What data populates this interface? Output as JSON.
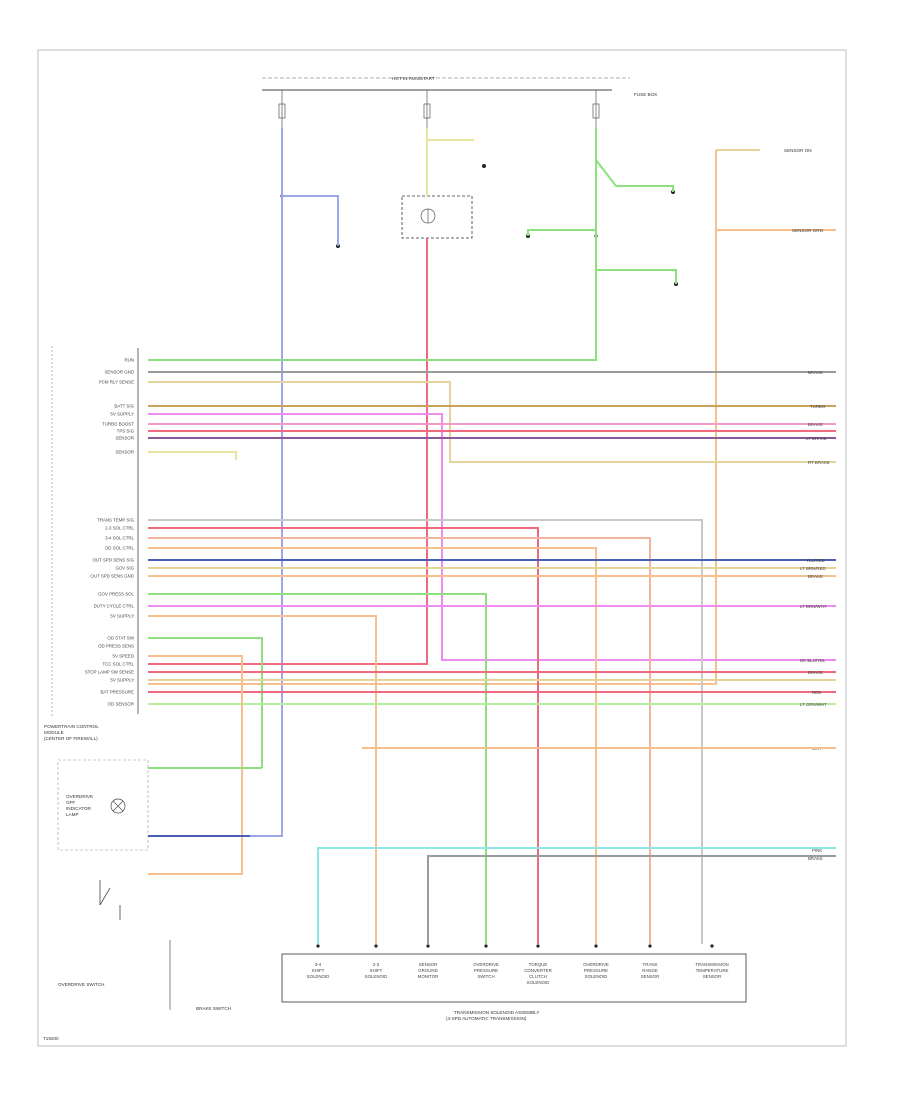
{
  "footer": {
    "code": "T19200"
  },
  "pcm": {
    "title_lines": [
      "POWERTRAIN CONTROL",
      "MODULE",
      "(CENTER OF FIREWALL)"
    ]
  },
  "components": {
    "fuse_panel": "HOT IN RUN/START",
    "fuse_panel_side": "FUSE BOX",
    "brake_switch": "BRAKE SWITCH",
    "overdrive_lamp": [
      "OVERDRIVE",
      "OFF",
      "INDICATOR",
      "LAMP"
    ],
    "overdrive_switch": "OVERDRIVE SWITCH",
    "transmission": [
      "TRANSMISSION SOLENOID ASSEMBLY",
      "(4-SPD AUTOMATIC TRANSMISSION)"
    ],
    "trans_solenoids": [
      [
        "3-4",
        "SHIFT",
        "SOLENOID"
      ],
      [
        "2-3",
        "SHIFT",
        "SOLENOID"
      ],
      [
        "SENSOR",
        "GROUND",
        "MONITOR"
      ],
      [
        "OVERDRIVE",
        "PRESSURE",
        "SWITCH"
      ],
      [
        "TORQUE",
        "CONVERTER",
        "CLUTCH",
        "SOLENOID"
      ],
      [
        "OVERDRIVE",
        "PRESSURE",
        "SOLENOID"
      ],
      [
        "TRANS",
        "RANGE",
        "SENSOR"
      ],
      [
        "TRANSMISSION",
        "TEMPERATURE",
        "SENSOR"
      ]
    ]
  },
  "pcm_pins": [
    "RUN",
    "SENSOR GND",
    "PCM RLY SENSE",
    "",
    "BATT SIG",
    "5V SUPPLY",
    "TURBO BOOST",
    "TPS SIG",
    "SENSOR",
    "SENSOR",
    "",
    "TRANS TEMP SIG",
    "2-3 SOL CTRL",
    "3-4 SOL CTRL",
    "OD SOL CTRL",
    "OUT SPD SENS SIG",
    "GOV SIG",
    "OUT SPD SENS GND",
    "GOV PRESS SOL",
    "DUTY CYCLE CTRL",
    "5V SUPPLY",
    "",
    "OD STAT SW",
    "OD PRESS SENS",
    "5V SPEED",
    "TCC SOL CTRL",
    "STOP LAMP SW SENSE",
    "5V SUPPLY",
    "BAT PRESSURE",
    "OD SENSOR"
  ],
  "right_labels": {
    "r1": "SENSOR ON",
    "r2": "SENSOR GRN",
    "r3": "BRAKE",
    "r4": "TURBO",
    "r5": "BRAKE",
    "r6": "LT BRAKE",
    "r7": "RT BRAKE",
    "r8": "YEL/RED",
    "r9": "LT BRN/RED",
    "r10": "BRAKE",
    "r11": "LT BRN/WHT",
    "r12": "DK BLU/YEL",
    "r13": "BRAKE",
    "r14": "RED",
    "r15": "LT GRN/WHT",
    "r16": "WHT",
    "r17": "PINK",
    "r18": "BRAKE"
  },
  "colors": {
    "blue": "#9aa8e8",
    "yellow": "#e6e6a0",
    "green": "#8de07d",
    "lightgreen": "#b4ee9e",
    "red": "#ee6a7c",
    "pink": "#f39ac8",
    "orange": "#f6bf8c",
    "tan": "#e4d49c",
    "darkblue": "#4a5fb6",
    "cyan": "#8fe6e8",
    "magenta": "#ef8cf0",
    "gray": "#9a9a9a",
    "peach": "#f2b49e",
    "violet": "#c8a0e6",
    "brown": "#c9a35a"
  }
}
